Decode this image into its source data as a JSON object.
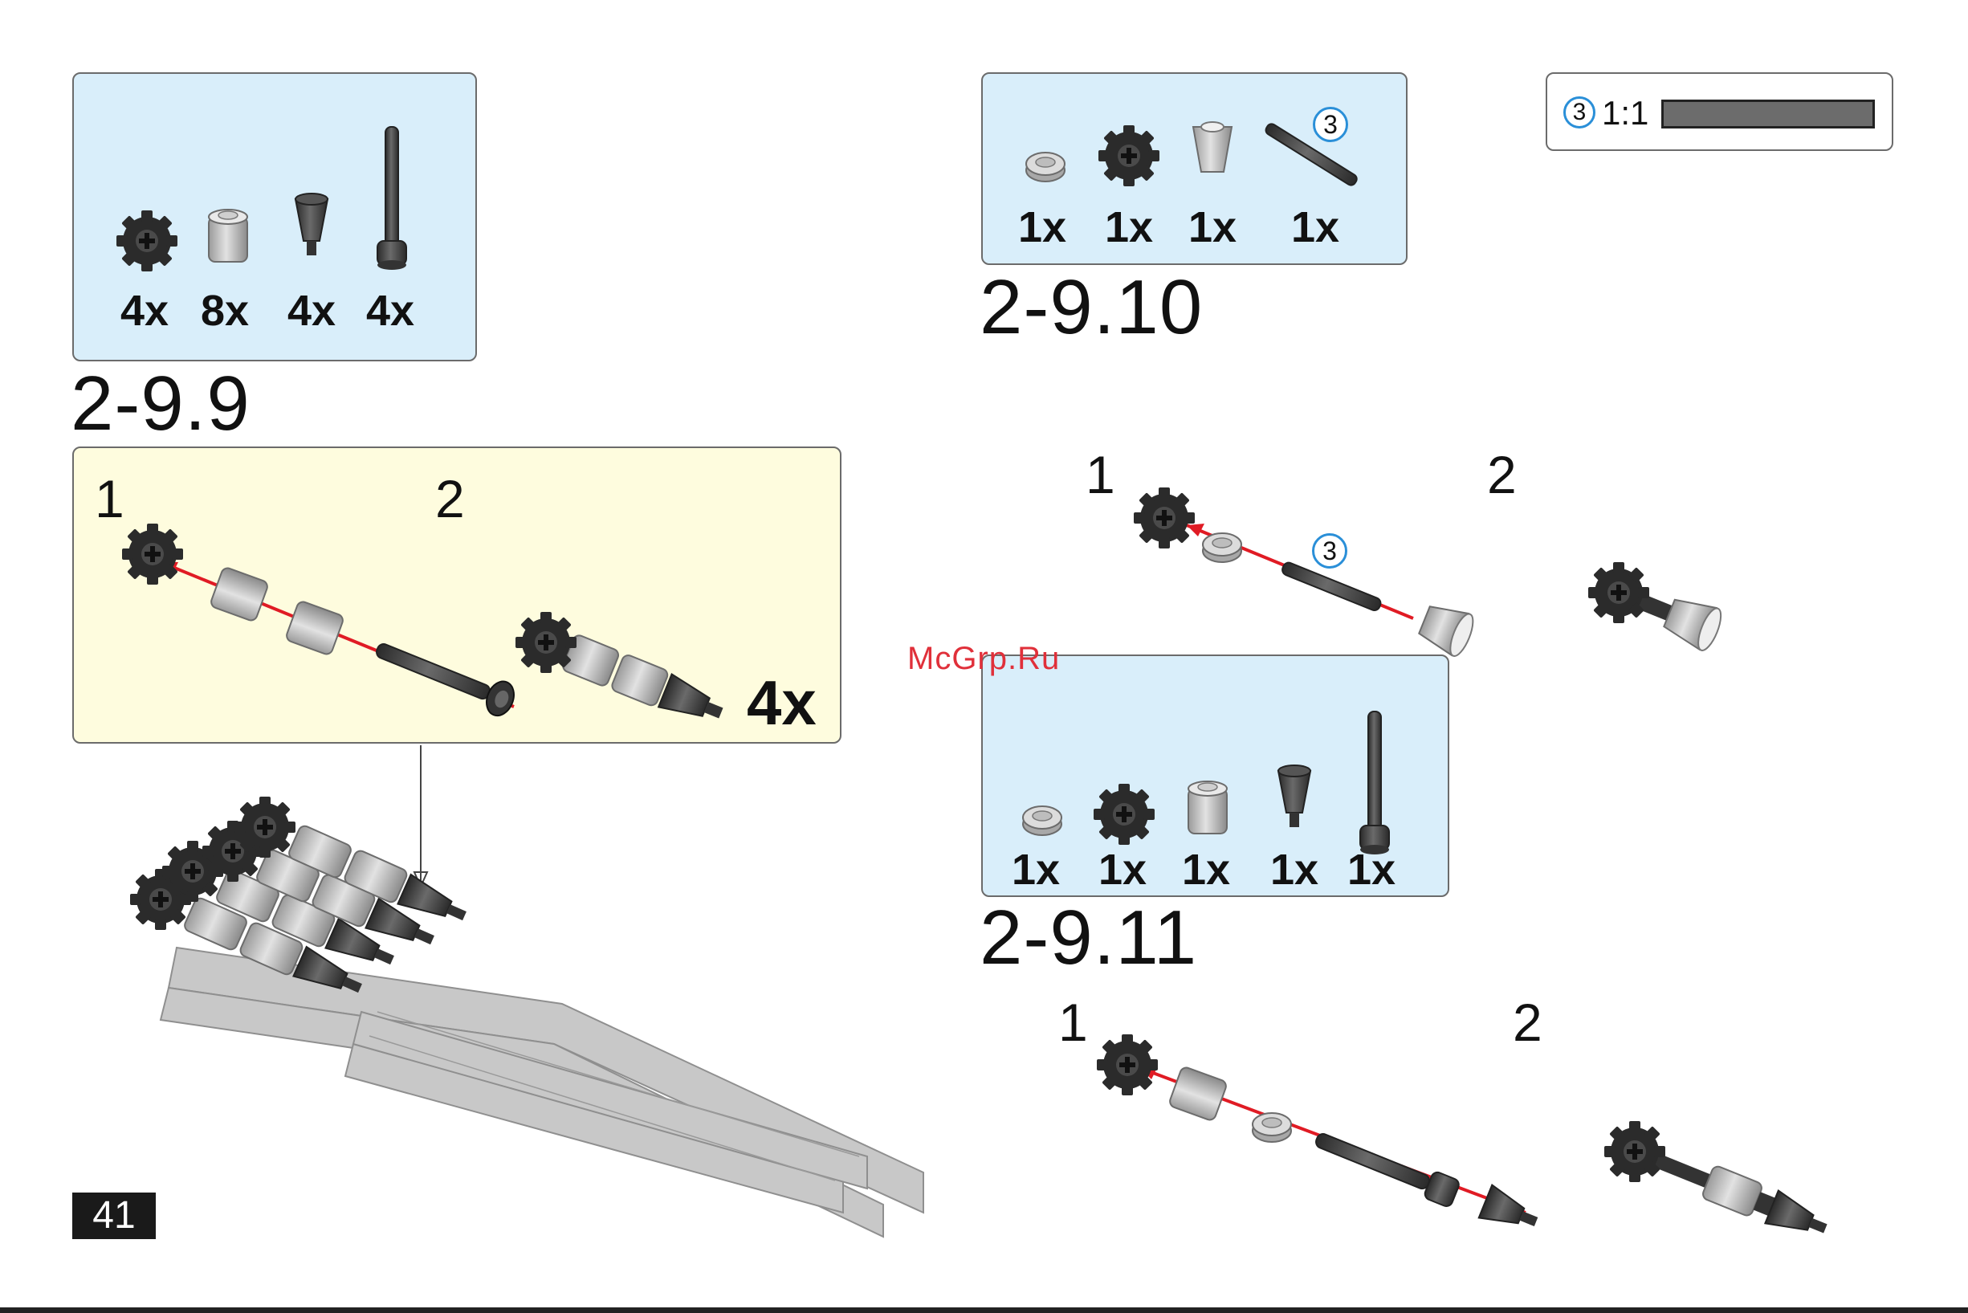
{
  "page_number": "41",
  "watermark": "McGrp.Ru",
  "scale_legend": {
    "length": "3",
    "ratio": "1:1"
  },
  "step_2_9_9": {
    "title": "2-9.9",
    "parts": [
      {
        "icon": "gear-part-icon",
        "qty": "4x"
      },
      {
        "icon": "round-brick-part-icon",
        "qty": "8x"
      },
      {
        "icon": "cone-part-icon",
        "qty": "4x"
      },
      {
        "icon": "long-pin-part-icon",
        "qty": "4x"
      }
    ],
    "substeps": [
      "1",
      "2"
    ],
    "multiplier": "4x"
  },
  "step_2_9_10": {
    "title": "2-9.10",
    "parts": [
      {
        "icon": "round-plate-part-icon",
        "qty": "1x"
      },
      {
        "icon": "gear-part-icon",
        "qty": "1x"
      },
      {
        "icon": "cone-part-icon",
        "qty": "1x"
      },
      {
        "icon": "axle-part-icon",
        "qty": "1x",
        "length": "3"
      }
    ],
    "substeps": [
      "1",
      "2"
    ],
    "axle_length": "3"
  },
  "step_2_9_11": {
    "title": "2-9.11",
    "parts": [
      {
        "icon": "round-plate-part-icon",
        "qty": "1x"
      },
      {
        "icon": "gear-part-icon",
        "qty": "1x"
      },
      {
        "icon": "round-brick-part-icon",
        "qty": "1x"
      },
      {
        "icon": "cone-part-icon",
        "qty": "1x"
      },
      {
        "icon": "long-pin-part-icon",
        "qty": "1x"
      }
    ],
    "substeps": [
      "1",
      "2"
    ]
  },
  "colors": {
    "callout_blue": "#d9eefa",
    "callout_yellow": "#fefcde",
    "assembly_arrow": "#e01b24",
    "length_circle": "#2a8fd8"
  }
}
